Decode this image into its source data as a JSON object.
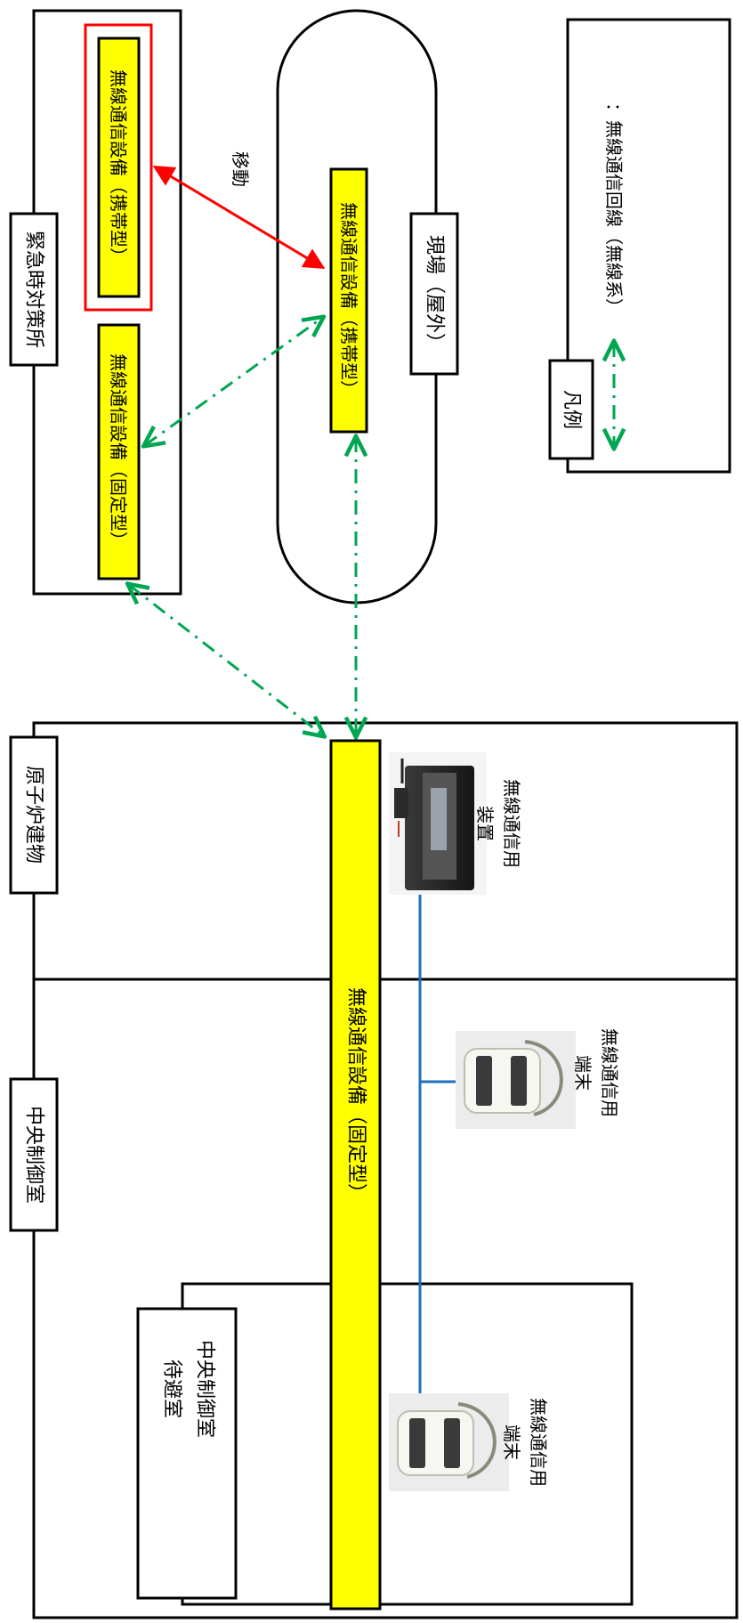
{
  "emergency_office": {
    "label": "緊急時対策所"
  },
  "fixed_device_office": {
    "label": "無線通信設備（固定型）"
  },
  "portable_device_office": {
    "label": "無線通信設備（携帯型）"
  },
  "move_label": "移動",
  "field": {
    "label": "現場（屋外）"
  },
  "portable_device_field": {
    "label": "無線通信設備（携帯型）"
  },
  "legend": {
    "title": "凡例",
    "line_label": "：無線通信回線（無線系）"
  },
  "reactor_building": {
    "label": "原子炉建物"
  },
  "central_control": {
    "label": "中央制御室"
  },
  "shelter_room": {
    "label_line1": "中央制御室",
    "label_line2": "待避室"
  },
  "fixed_device_main": {
    "label": "無線通信設備（固定型）"
  },
  "radio_unit": {
    "label_line1": "無線通信用",
    "label_line2": "装置"
  },
  "terminal_1": {
    "label_line1": "無線通信用",
    "label_line2": "端末"
  },
  "terminal_2": {
    "label_line1": "無線通信用",
    "label_line2": "端末"
  },
  "colors": {
    "device_fill": "#ffff00",
    "wireless_line": "#00a651",
    "move_arrow": "#ff0000",
    "wired_line": "#1f6fbf",
    "highlight_border": "#ff0000"
  }
}
